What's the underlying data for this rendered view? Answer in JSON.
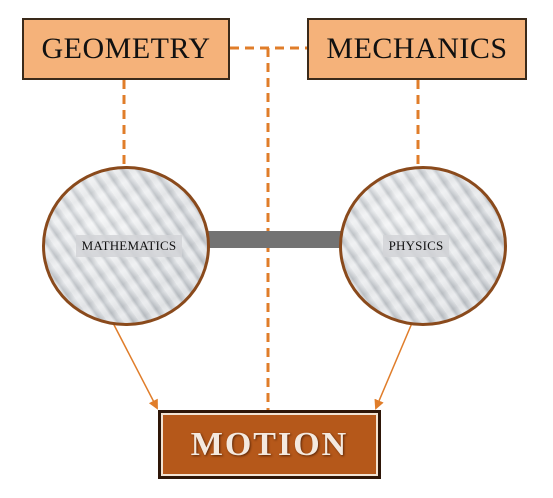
{
  "nodes": {
    "geometry": "GEOMETRY",
    "mechanics": "MECHANICS",
    "mathematics": "MATHEMATICS",
    "physics": "PHYSICS",
    "motion": "MOTION"
  },
  "colors": {
    "box_fill": "#f5b27a",
    "connector_orange": "#e07d2a",
    "arrow_orange": "#e07d2a",
    "circle_border": "#8a4a1c",
    "bar_gray": "#737373",
    "motion_fill": "#b5581a",
    "motion_frame": "#2e1608"
  },
  "edges": [
    {
      "from": "geometry",
      "to": "mechanics",
      "style": "dashed"
    },
    {
      "from": "geometry",
      "to": "mathematics",
      "style": "dashed"
    },
    {
      "from": "mechanics",
      "to": "physics",
      "style": "dashed"
    },
    {
      "from": "mechanics",
      "to": "motion",
      "style": "dashed"
    },
    {
      "from": "mathematics",
      "to": "physics",
      "style": "solid-bar"
    },
    {
      "from": "mathematics",
      "to": "motion",
      "style": "arrow"
    },
    {
      "from": "physics",
      "to": "motion",
      "style": "arrow"
    }
  ]
}
